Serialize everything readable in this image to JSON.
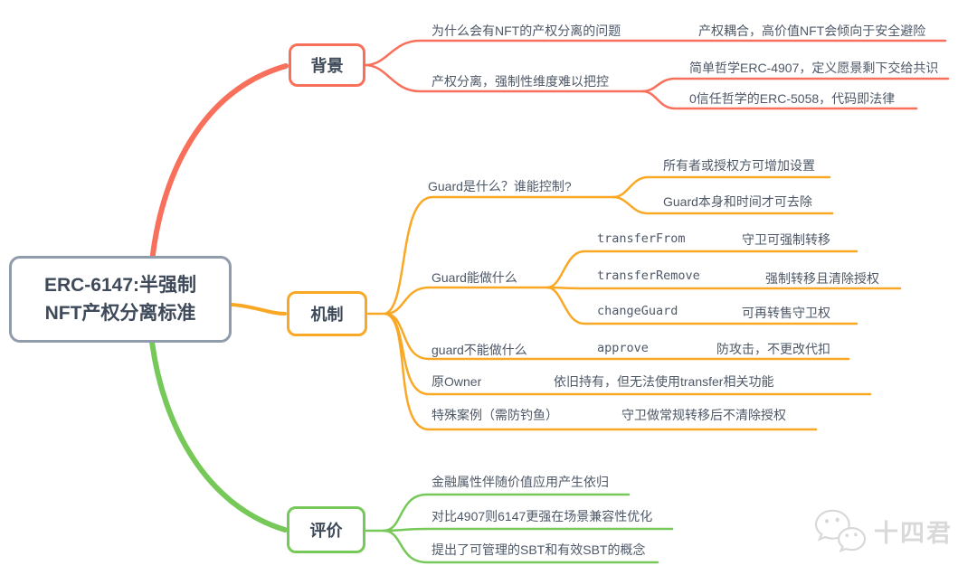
{
  "root": {
    "title_line1": "ERC-6147:半强制",
    "title_line2": "NFT产权分离标准"
  },
  "branches": {
    "background": {
      "label": "背景",
      "color": "#F8705C",
      "topics": {
        "why": "为什么会有NFT的产权分离的问题",
        "coupling": "产权耦合，高价值NFT会倾向于安全避险",
        "separation": "产权分离，强制性维度难以把控",
        "simple_philosophy": "简单哲学ERC-4907，定义愿景剩下交给共识",
        "zero_trust": "0信任哲学的ERC-5058，代码即法律"
      }
    },
    "mechanism": {
      "label": "机制",
      "color": "#F9A825",
      "topics": {
        "guard_what": "Guard是什么？谁能控制?",
        "owner_or_approved": "所有者或授权方可增加设置",
        "guard_self_time": "Guard本身和时间才可去除",
        "guard_can": "Guard能做什么",
        "transfer_from": "transferFrom",
        "transfer_from_note": "守卫可强制转移",
        "transfer_remove": "transferRemove",
        "transfer_remove_note": "强制转移且清除授权",
        "change_guard": "changeGuard",
        "change_guard_note": "可再转售守卫权",
        "guard_cannot": "guard不能做什么",
        "approve": "approve",
        "approve_note": "防攻击，不更改代扣",
        "orig_owner": "原Owner",
        "orig_owner_note": "依旧持有，但无法使用transfer相关功能",
        "special_case": "特殊案例（需防钓鱼）",
        "special_case_note": "守卫做常规转移后不清除授权"
      }
    },
    "evaluation": {
      "label": "评价",
      "color": "#76C858",
      "topics": {
        "finance": "金融属性伴随价值应用产生依归",
        "compare": "对比4907则6147更强在场景兼容性优化",
        "sbt": "提出了可管理的SBT和有效SBT的概念"
      }
    }
  },
  "watermark": {
    "name": "十四君",
    "icon": "wechat"
  },
  "colors": {
    "branch_background": "#F8705C",
    "branch_mechanism": "#F9A825",
    "branch_evaluation": "#76C858",
    "root_border": "#909BAB",
    "label_text": "#4E5867",
    "watermark": "#D9D9D9"
  }
}
